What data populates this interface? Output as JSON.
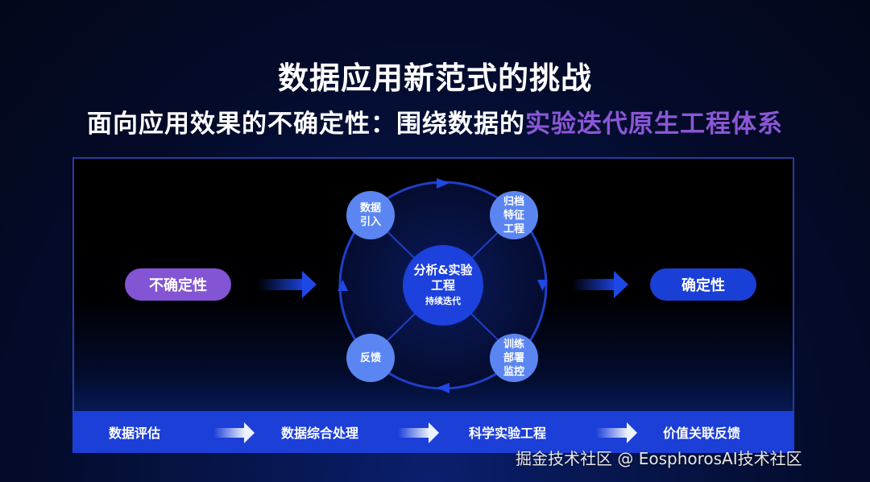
{
  "header": {
    "title": "数据应用新范式的挑战",
    "subtitle_prefix": "面向应用效果的不确定性：围绕数据的",
    "subtitle_highlight": "实验迭代原生工程体系"
  },
  "diagram": {
    "left_pill": "不确定性",
    "right_pill": "确定性",
    "center": {
      "line1": "分析&实验",
      "line2": "工程",
      "line3": "持续迭代"
    },
    "nodes": [
      {
        "lines": [
          "数据",
          "引入"
        ]
      },
      {
        "lines": [
          "归档",
          "特征",
          "工程"
        ]
      },
      {
        "lines": [
          "训练",
          "部署",
          "监控"
        ]
      },
      {
        "lines": [
          "反馈"
        ]
      }
    ]
  },
  "pipeline": {
    "steps": [
      "数据评估",
      "数据综合处理",
      "科学实验工程",
      "价值关联反馈"
    ]
  },
  "watermark": "掘金技术社区 @ EosphorosAI技术社区",
  "colors": {
    "highlight_purple": "#8b57d6",
    "uncertain_pill": "#8354d3",
    "certain_pill": "#1a3fd6",
    "node_light_blue": "#5b86f2",
    "center_blue": "#1c41dc",
    "bar_blue": "#1c3fd8",
    "panel_border": "#2a3c9e"
  }
}
